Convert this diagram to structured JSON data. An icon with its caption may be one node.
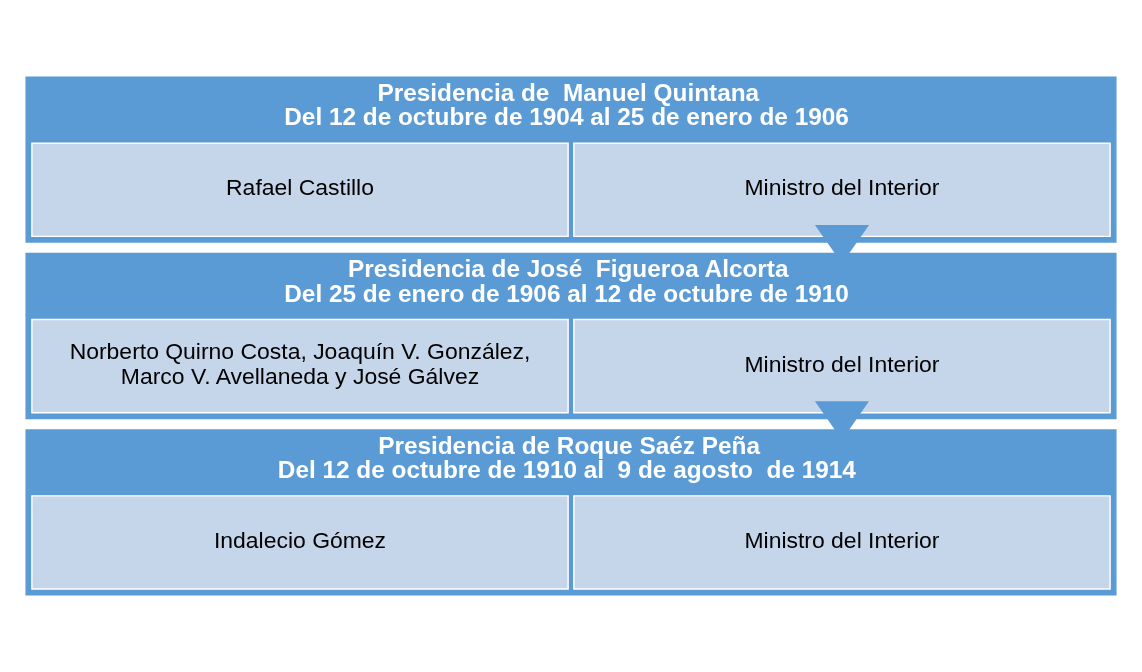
{
  "diagram": {
    "nodes": [
      {
        "text": [
          "Presidencia de  Manuel Quintana",
          "Del 12 de octubre de 1904 al 25 de enero de 1906"
        ]
      },
      {
        "text": [
          "Ministro del Interior"
        ],
        "in": 0
      },
      {
        "text": [
          "Rafael Castillo"
        ],
        "in": 0
      },
      {
        "text": [
          "Presidencia de José  Figueroa Alcorta",
          "Del 25 de enero de 1906 al 12 de octubre de 1910"
        ]
      },
      {
        "text": [
          "Ministro del Interior"
        ],
        "in": 3
      },
      {
        "text": [
          "Norberto Quirno Costa, Joaquín V. González, Marco V. Avellaneda y José Gálvez"
        ],
        "in": 3
      },
      {
        "text": [
          "Presidencia de Roque Saéz Peña",
          "Del 12 de octubre de 1910 al  9 de agosto  de 1914"
        ]
      },
      {
        "text": [
          "Ministro del Interior"
        ],
        "in": 6
      },
      {
        "text": [
          "Indalecio Gómez"
        ],
        "in": 6
      }
    ],
    "edges": [
      {
        "from": 0,
        "to": 3,
        "arrow": "to"
      },
      {
        "from": 3,
        "to": 6,
        "arrow": "to"
      }
    ]
  }
}
